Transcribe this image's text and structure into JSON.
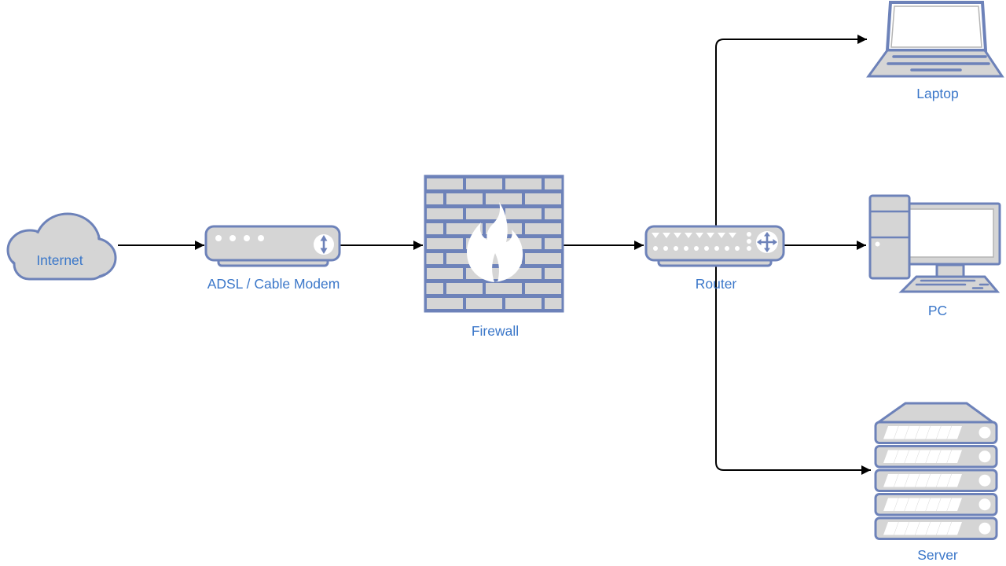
{
  "diagram": {
    "type": "network-topology",
    "background": "#ffffff",
    "colors": {
      "shape_fill": "#d5d5d5",
      "shape_stroke": "#6d82b9",
      "label_color": "#3b77c9",
      "connector_color": "#000000",
      "screen_inner_stroke": "#b4b4b4",
      "icon_white": "#ffffff"
    },
    "nodes": [
      {
        "id": "internet",
        "label": "Internet",
        "shape": "cloud"
      },
      {
        "id": "modem",
        "label": "ADSL / Cable Modem",
        "shape": "modem-box"
      },
      {
        "id": "firewall",
        "label": "Firewall",
        "shape": "brick-wall-flame"
      },
      {
        "id": "router",
        "label": "Router",
        "shape": "router-box"
      },
      {
        "id": "laptop",
        "label": "Laptop",
        "shape": "laptop"
      },
      {
        "id": "pc",
        "label": "PC",
        "shape": "desktop-pc"
      },
      {
        "id": "server",
        "label": "Server",
        "shape": "server-rack"
      }
    ],
    "edges": [
      {
        "from": "Internet",
        "to": "ADSL / Cable Modem",
        "arrow": "end"
      },
      {
        "from": "ADSL / Cable Modem",
        "to": "Firewall",
        "arrow": "end"
      },
      {
        "from": "Firewall",
        "to": "Router",
        "arrow": "end"
      },
      {
        "from": "Router",
        "to": "Laptop",
        "arrow": "end"
      },
      {
        "from": "Router",
        "to": "PC",
        "arrow": "end"
      },
      {
        "from": "Router",
        "to": "Server",
        "arrow": "end"
      }
    ]
  }
}
